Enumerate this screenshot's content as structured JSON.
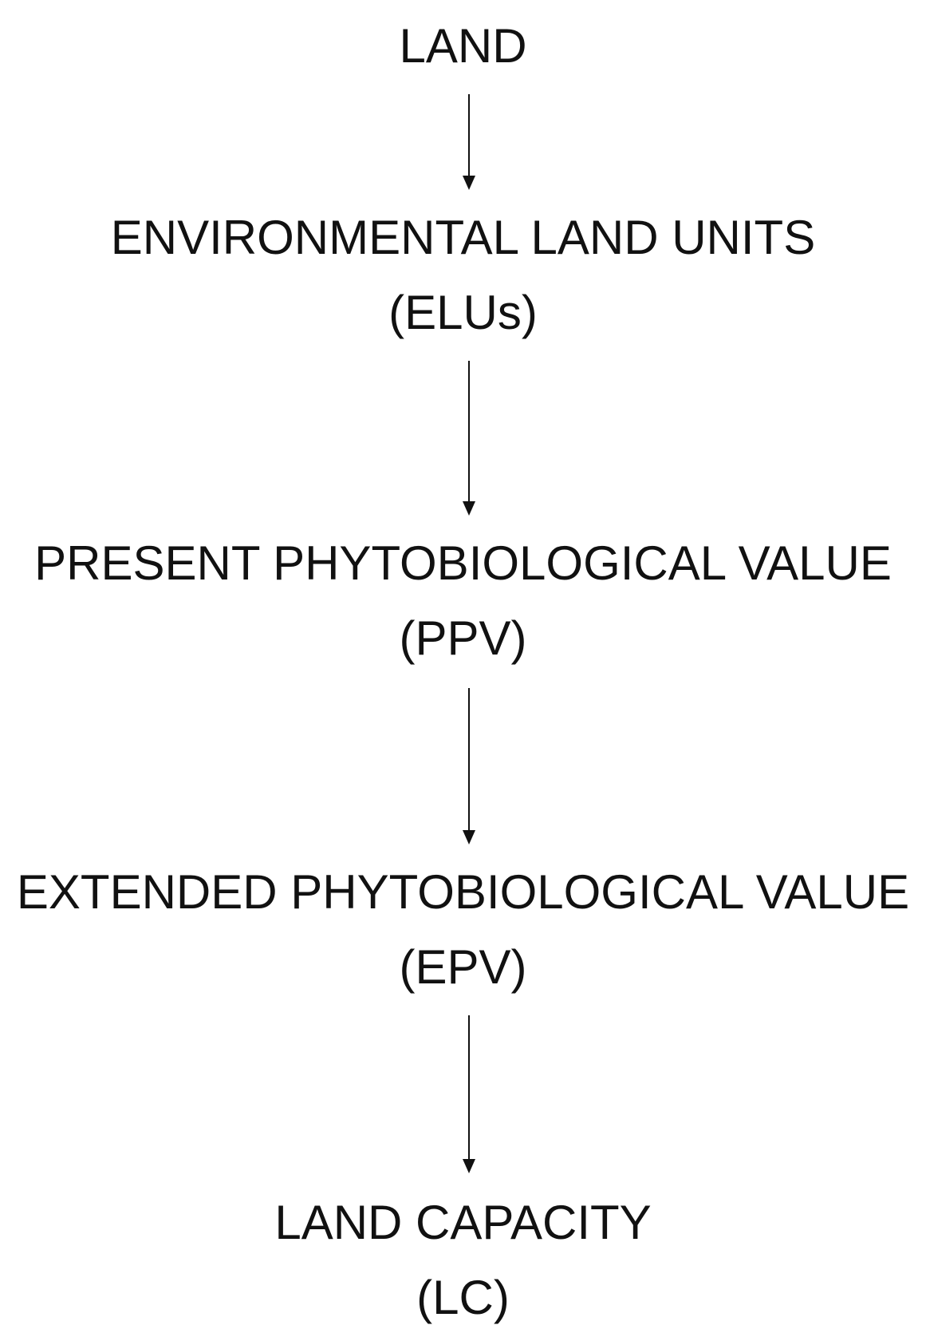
{
  "nodes": [
    {
      "label": "LAND",
      "abbr": ""
    },
    {
      "label": "ENVIRONMENTAL LAND UNITS",
      "abbr": "(ELUs)"
    },
    {
      "label": "PRESENT PHYTOBIOLOGICAL VALUE",
      "abbr": "(PPV)"
    },
    {
      "label": "EXTENDED PHYTOBIOLOGICAL VALUE",
      "abbr": "(EPV)"
    },
    {
      "label": "LAND CAPACITY",
      "abbr": "(LC)"
    }
  ],
  "arrow_color": "#111111",
  "text_color": "#111111",
  "background": "#ffffff"
}
